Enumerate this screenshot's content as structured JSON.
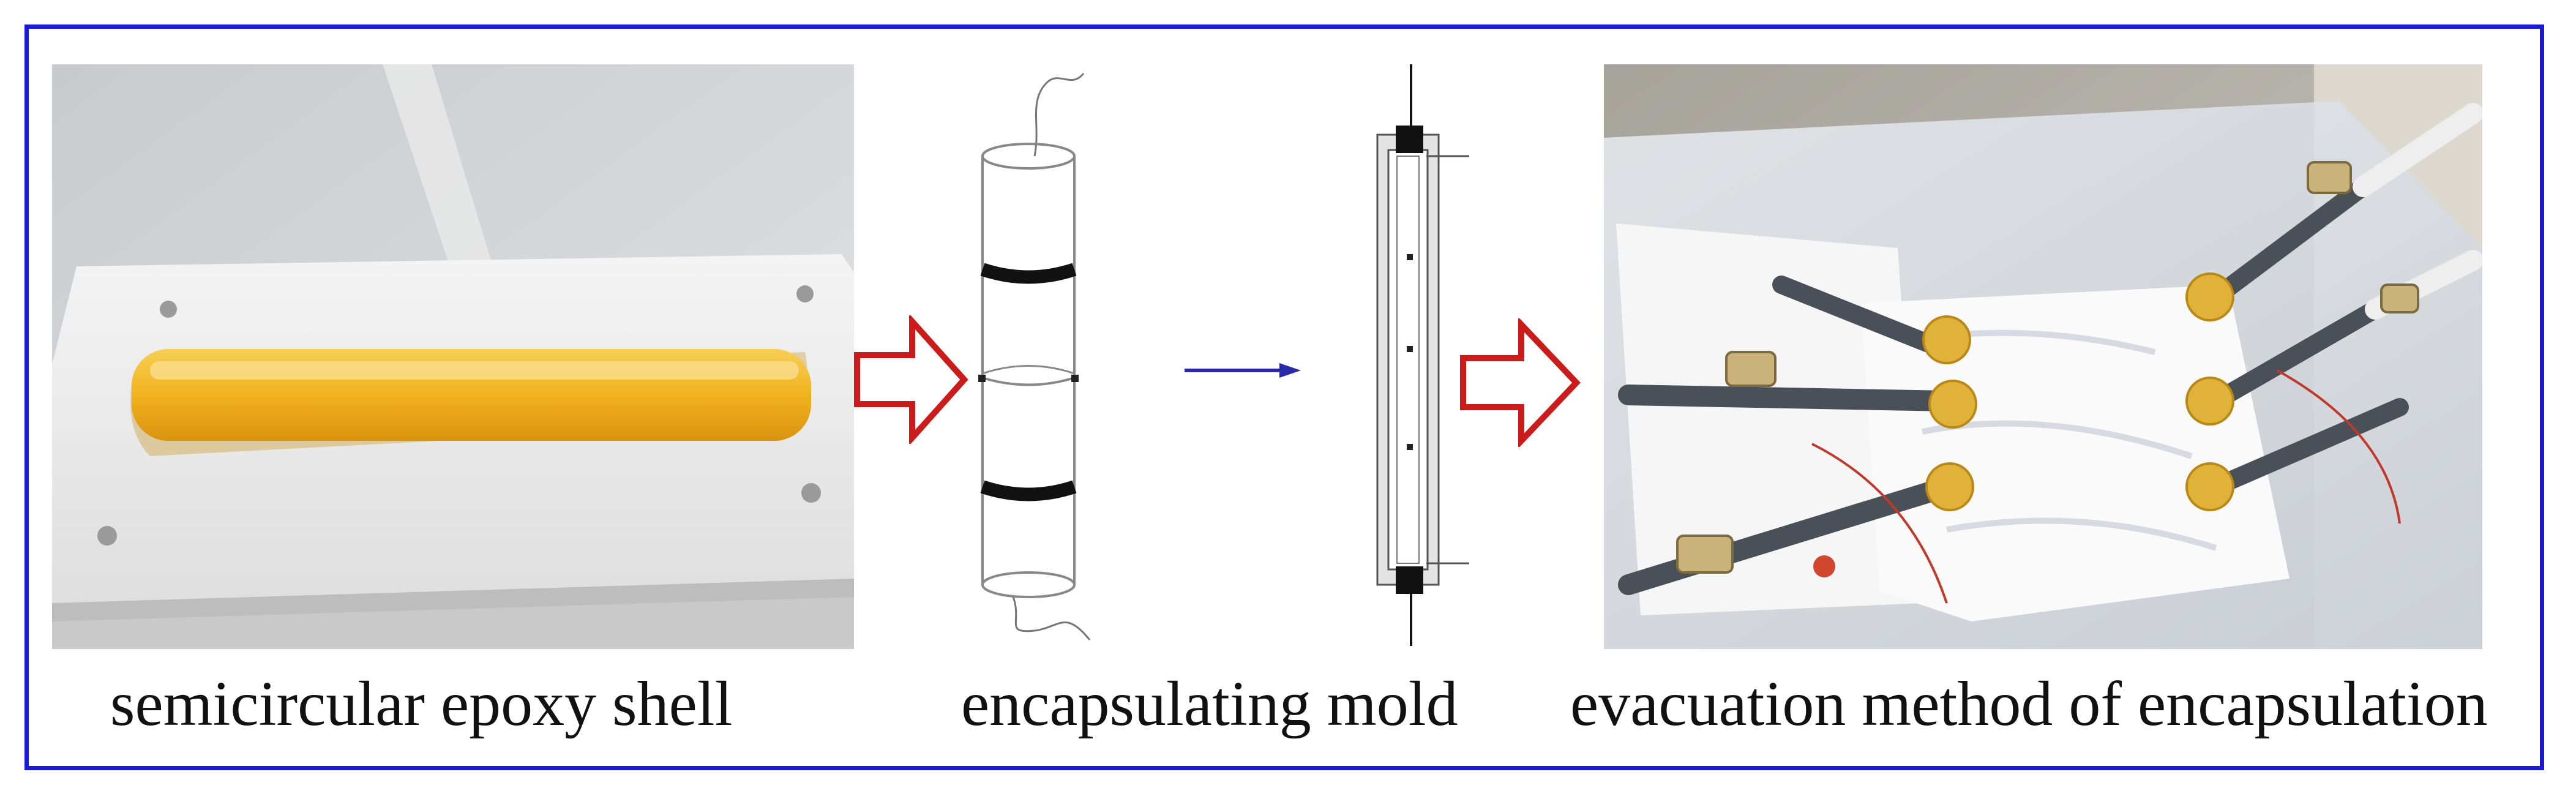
{
  "captions": {
    "left": "semicircular epoxy shell",
    "middle": "encapsulating mold",
    "right": "evacuation method of encapsulation"
  },
  "colors": {
    "frame": "#1a1ad6",
    "arrow_outline": "#cc1b1b",
    "blue_arrow": "#2a2aa8",
    "epoxy": "#f0b41c"
  },
  "panels": [
    {
      "name": "epoxy-shell-photo",
      "description_icon": "photo-icon"
    },
    {
      "name": "mold-drawing",
      "description_icon": "diagram-icon"
    },
    {
      "name": "evacuation-photo",
      "description_icon": "photo-icon"
    }
  ]
}
